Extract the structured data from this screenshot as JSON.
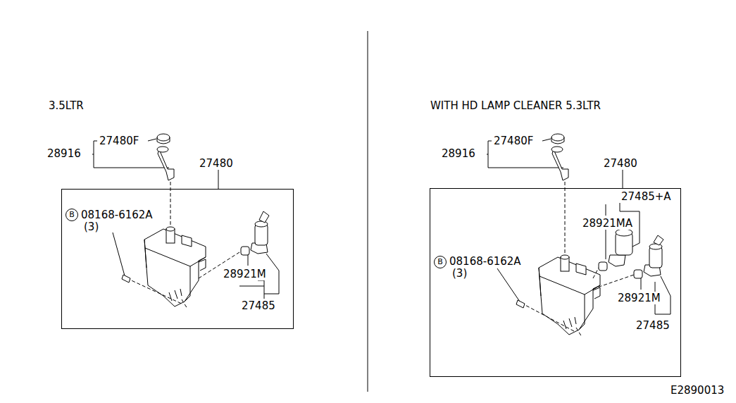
{
  "diagram": {
    "nodes": [
      {
        "text": [
          "27480"
        ]
      },
      {
        "text": [
          "B"
        ],
        "in": 0
      },
      {
        "text": [
          "27480"
        ]
      },
      {
        "text": [
          "B"
        ],
        "in": 2
      }
    ],
    "labels": [
      "3.5LTR",
      "28916",
      "27480F",
      "08168-6162A",
      "(3)",
      "28921M",
      "27485",
      "WITH HD LAMP CLEANER 5.3LTR",
      "28916",
      "27480F",
      "27485+A",
      "28921MA",
      "08168-6162A",
      "(3)",
      "28921M",
      "27485",
      "E2890013"
    ]
  }
}
